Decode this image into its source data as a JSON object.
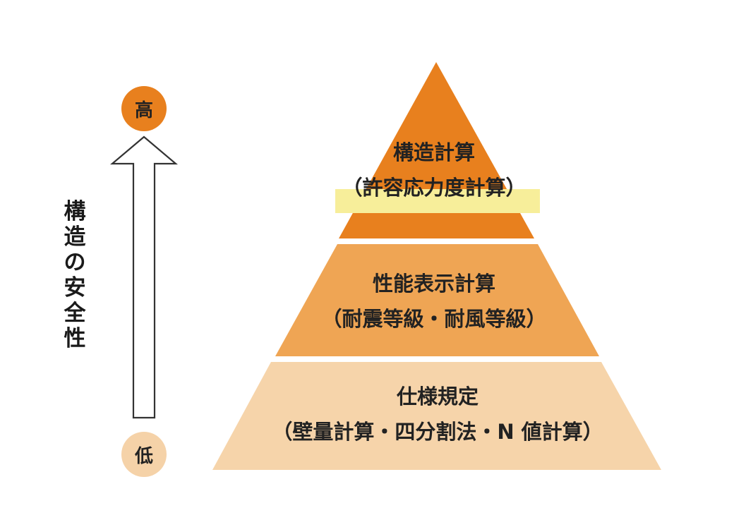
{
  "scale": {
    "high_label": "高",
    "low_label": "低",
    "axis_title": "構造の安全性",
    "high_color": "#E8801E",
    "low_color": "#F5D2A8"
  },
  "pyramid": {
    "tiers": [
      {
        "title": "構造計算",
        "subtitle": "（許容応力度計算）",
        "color": "#E8801E",
        "highlight_color": "#F7EE9A"
      },
      {
        "title": "性能表示計算",
        "subtitle": "（耐震等級・耐風等級）",
        "color": "#EFA554"
      },
      {
        "title": "仕様規定",
        "subtitle": "（壁量計算・四分割法・N 値計算）",
        "color": "#F6D4AA"
      }
    ]
  }
}
